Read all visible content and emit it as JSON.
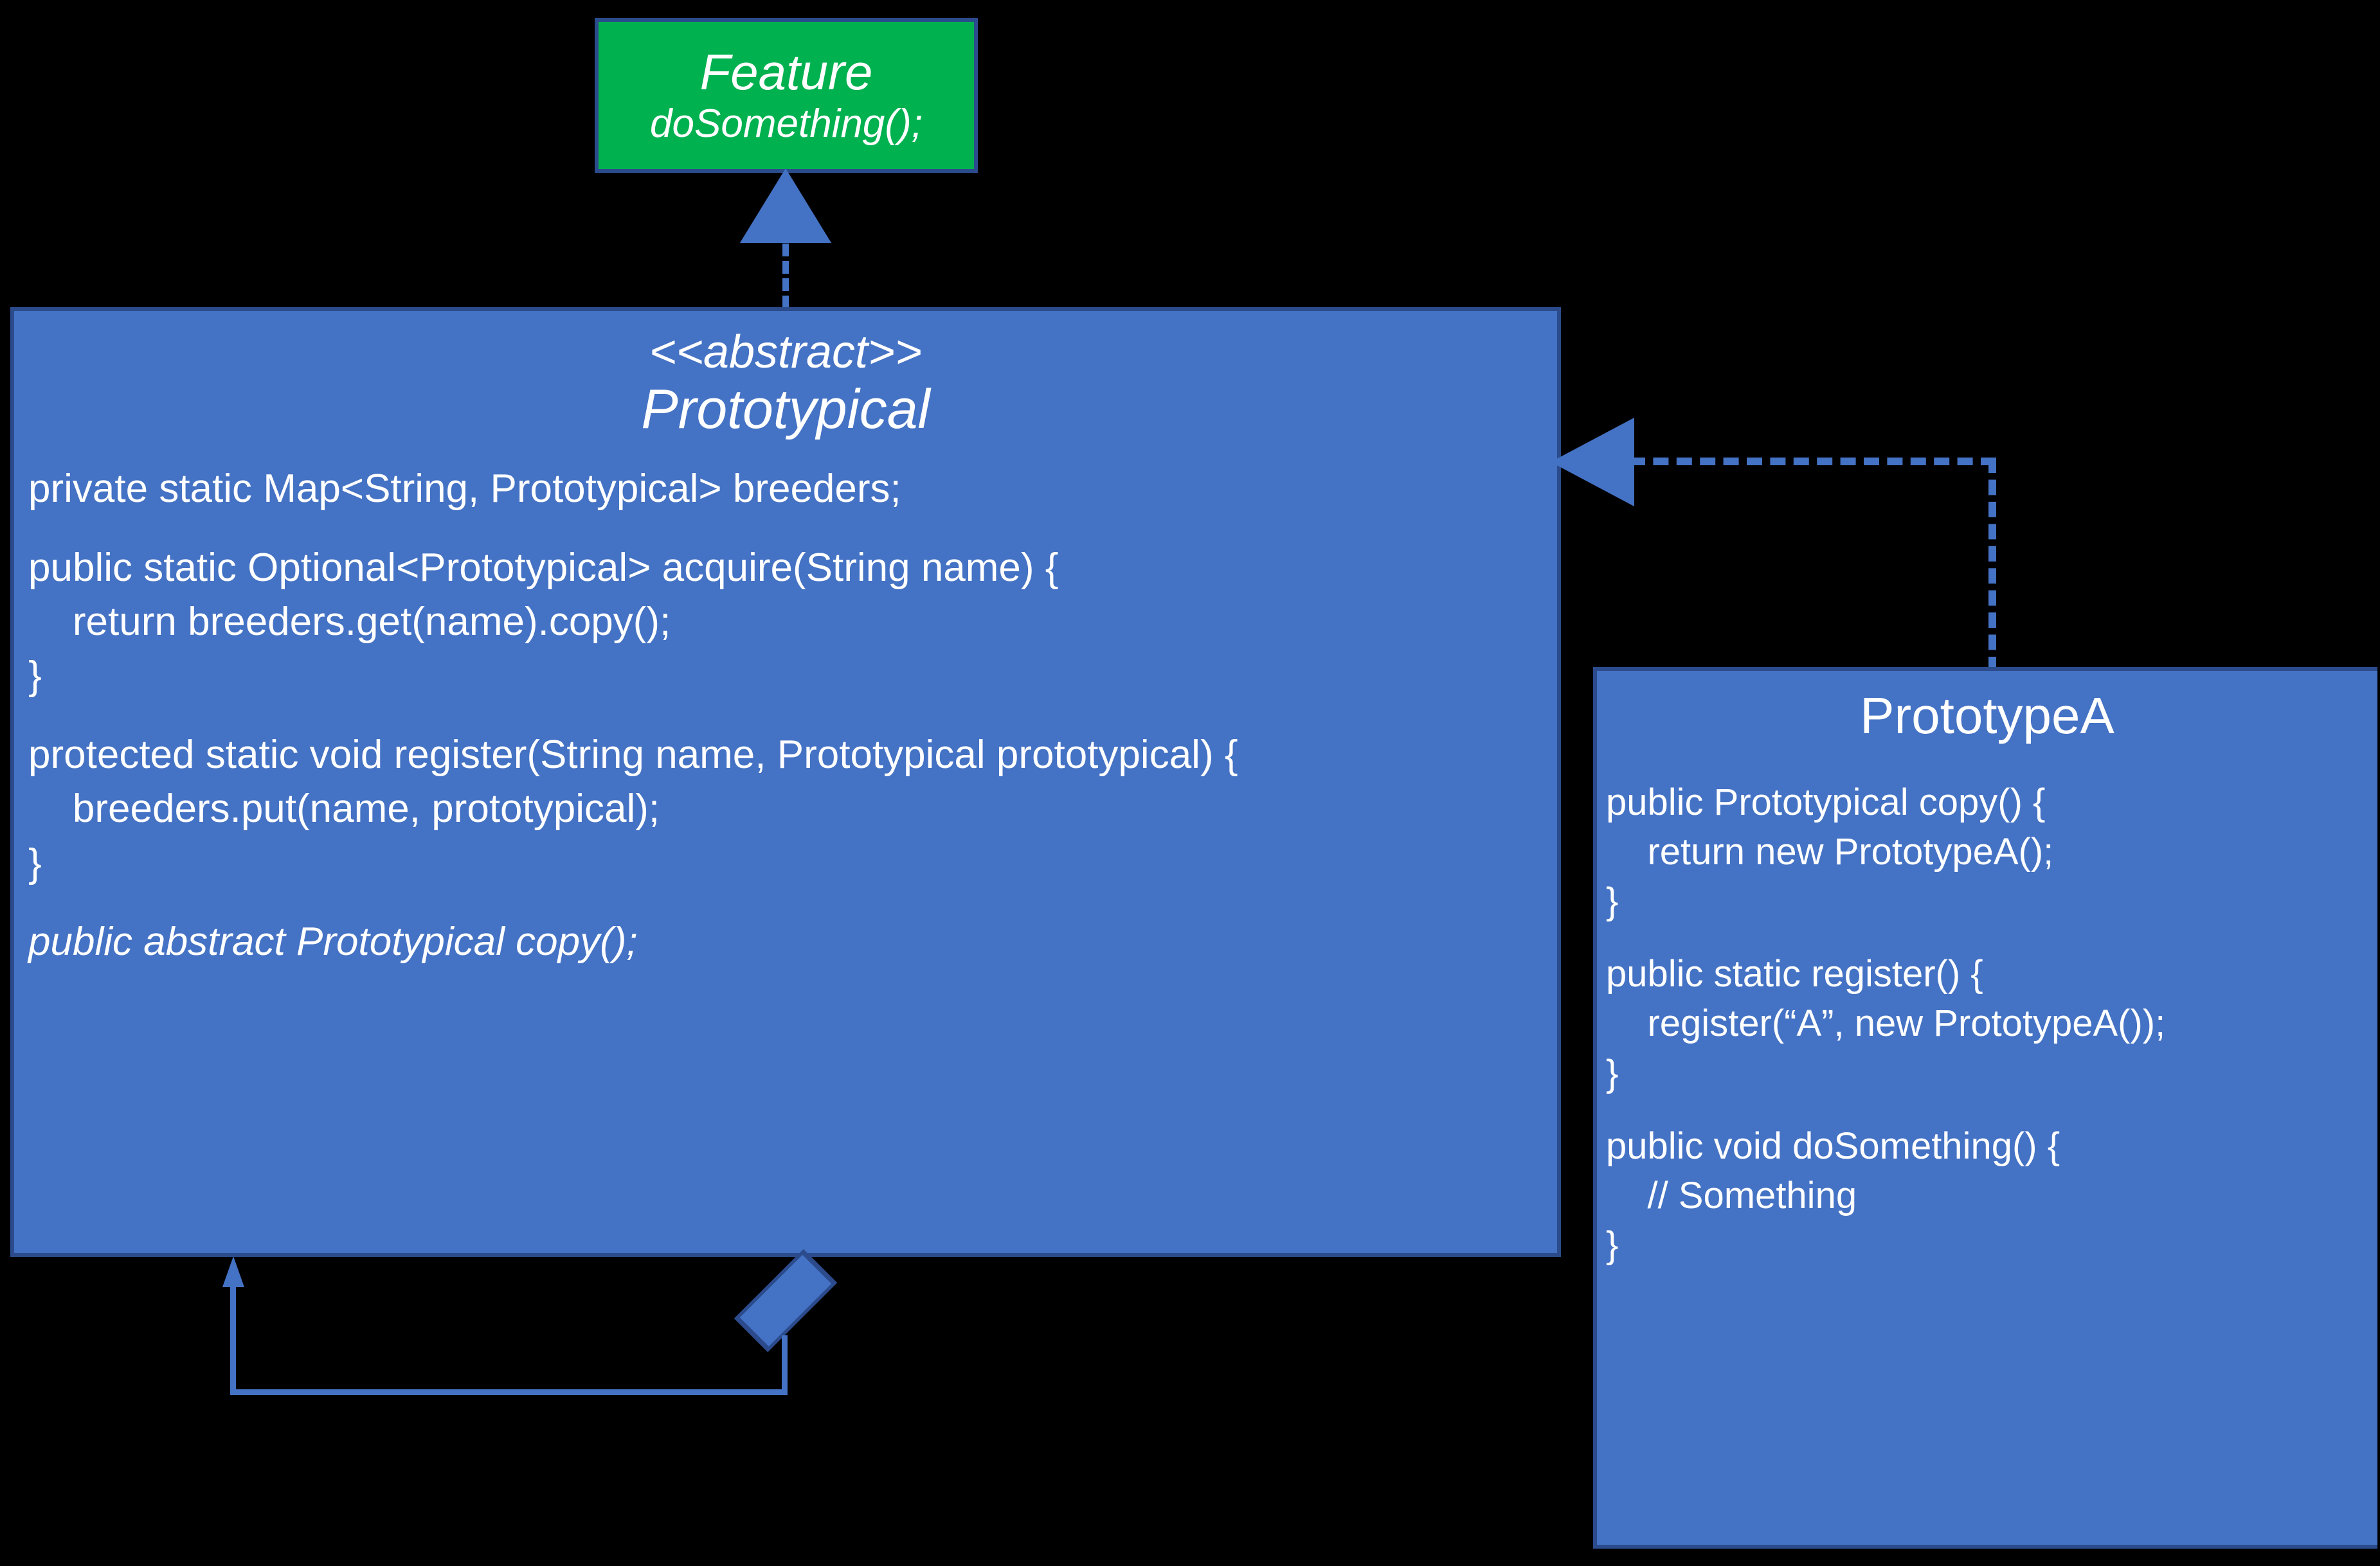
{
  "diagram": {
    "title": "Prototype pattern UML class diagram",
    "colors": {
      "class_fill": "#4472C4",
      "interface_fill": "#00B14F",
      "border": "#2B4B8C",
      "text": "#FFFFFF",
      "background": "#000000"
    }
  },
  "feature": {
    "name": "Feature",
    "member": "doSomething();"
  },
  "prototypical": {
    "stereotype": "<<abstract>>",
    "name": "Prototypical",
    "members": [
      {
        "text": "private static Map<String, Prototypical> breeders;",
        "italic": false
      },
      {
        "text": "",
        "italic": false
      },
      {
        "text": "public static Optional<Prototypical> acquire(String name) {",
        "italic": false
      },
      {
        "text": "    return breeders.get(name).copy();",
        "italic": false
      },
      {
        "text": "}",
        "italic": false
      },
      {
        "text": "",
        "italic": false
      },
      {
        "text": "protected static void register(String name, Prototypical prototypical) {",
        "italic": false
      },
      {
        "text": "    breeders.put(name, prototypical);",
        "italic": false
      },
      {
        "text": "}",
        "italic": false
      },
      {
        "text": "",
        "italic": false
      },
      {
        "text": "public abstract Prototypical copy();",
        "italic": true
      }
    ]
  },
  "prototypea": {
    "name": "PrototypeA",
    "members": [
      {
        "text": "public Prototypical copy() {",
        "italic": false
      },
      {
        "text": "    return new PrototypeA();",
        "italic": false
      },
      {
        "text": "}",
        "italic": false
      },
      {
        "text": "",
        "italic": false
      },
      {
        "text": "public static register() {",
        "italic": false
      },
      {
        "text": "    register(“A”, new PrototypeA());",
        "italic": false
      },
      {
        "text": "}",
        "italic": false
      },
      {
        "text": "",
        "italic": false
      },
      {
        "text": "public void doSomething() {",
        "italic": false
      },
      {
        "text": "    // Something",
        "italic": false
      },
      {
        "text": "}",
        "italic": false
      }
    ]
  },
  "connectors": [
    {
      "name": "realization-prototypical-to-feature",
      "style": "dashed",
      "arrowhead": "triangle",
      "from": "Prototypical",
      "to": "Feature"
    },
    {
      "name": "generalization-prototypea-to-prototypical",
      "style": "dashed",
      "arrowhead": "triangle",
      "from": "PrototypeA",
      "to": "Prototypical"
    },
    {
      "name": "aggregation-prototypical-self",
      "style": "solid",
      "arrowhead": "open-arrow",
      "from": "Prototypical",
      "to": "Prototypical"
    }
  ]
}
